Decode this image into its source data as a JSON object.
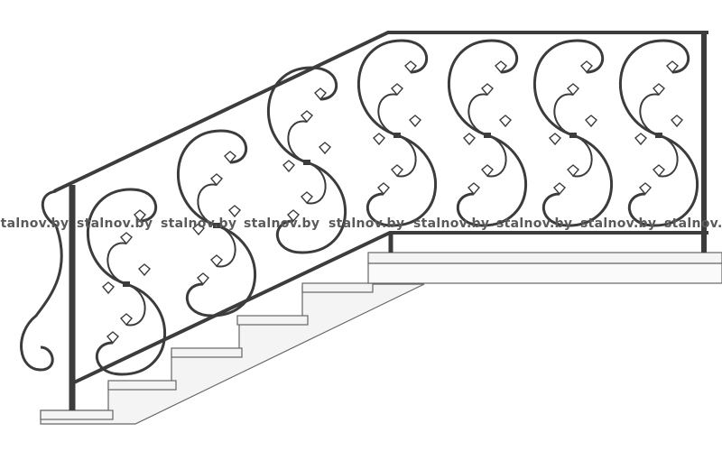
{
  "watermarks": [
    "stalnov.by",
    "stalnov.by",
    "stalnov.by",
    "stalnov.by",
    "stalnov.by",
    "stalnov.by",
    "stalnov.by",
    "stalnov.by",
    "stalnov.by"
  ],
  "colors": {
    "metal": "#3c3c3c",
    "steps": "#f2f2f2",
    "line": "#555555"
  }
}
